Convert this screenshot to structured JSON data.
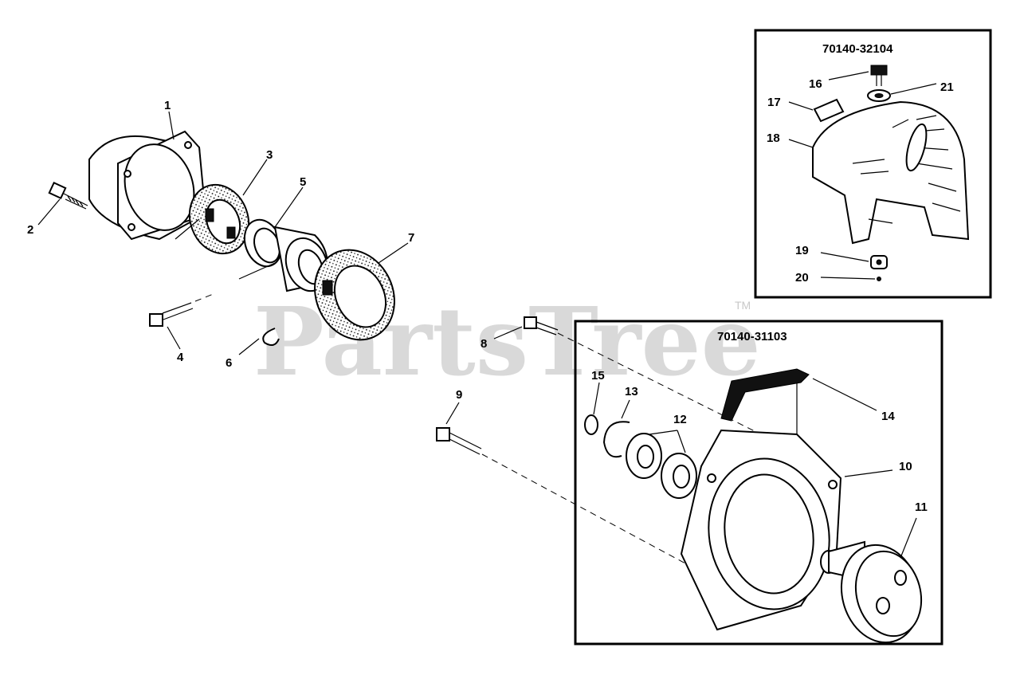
{
  "watermark": {
    "text": "PartsTree",
    "tm": "TM"
  },
  "inset_top": {
    "code": "70140-32104"
  },
  "inset_bottom": {
    "code": "70140-31103"
  },
  "callouts": {
    "c1": "1",
    "c2": "2",
    "c3": "3",
    "c4": "4",
    "c5": "5",
    "c6": "6",
    "c7": "7",
    "c8": "8",
    "c9": "9",
    "c10": "10",
    "c11": "11",
    "c12": "12",
    "c13": "13",
    "c14": "14",
    "c15": "15",
    "c16": "16",
    "c17": "17",
    "c18": "18",
    "c19": "19",
    "c20": "20",
    "c21": "21"
  }
}
